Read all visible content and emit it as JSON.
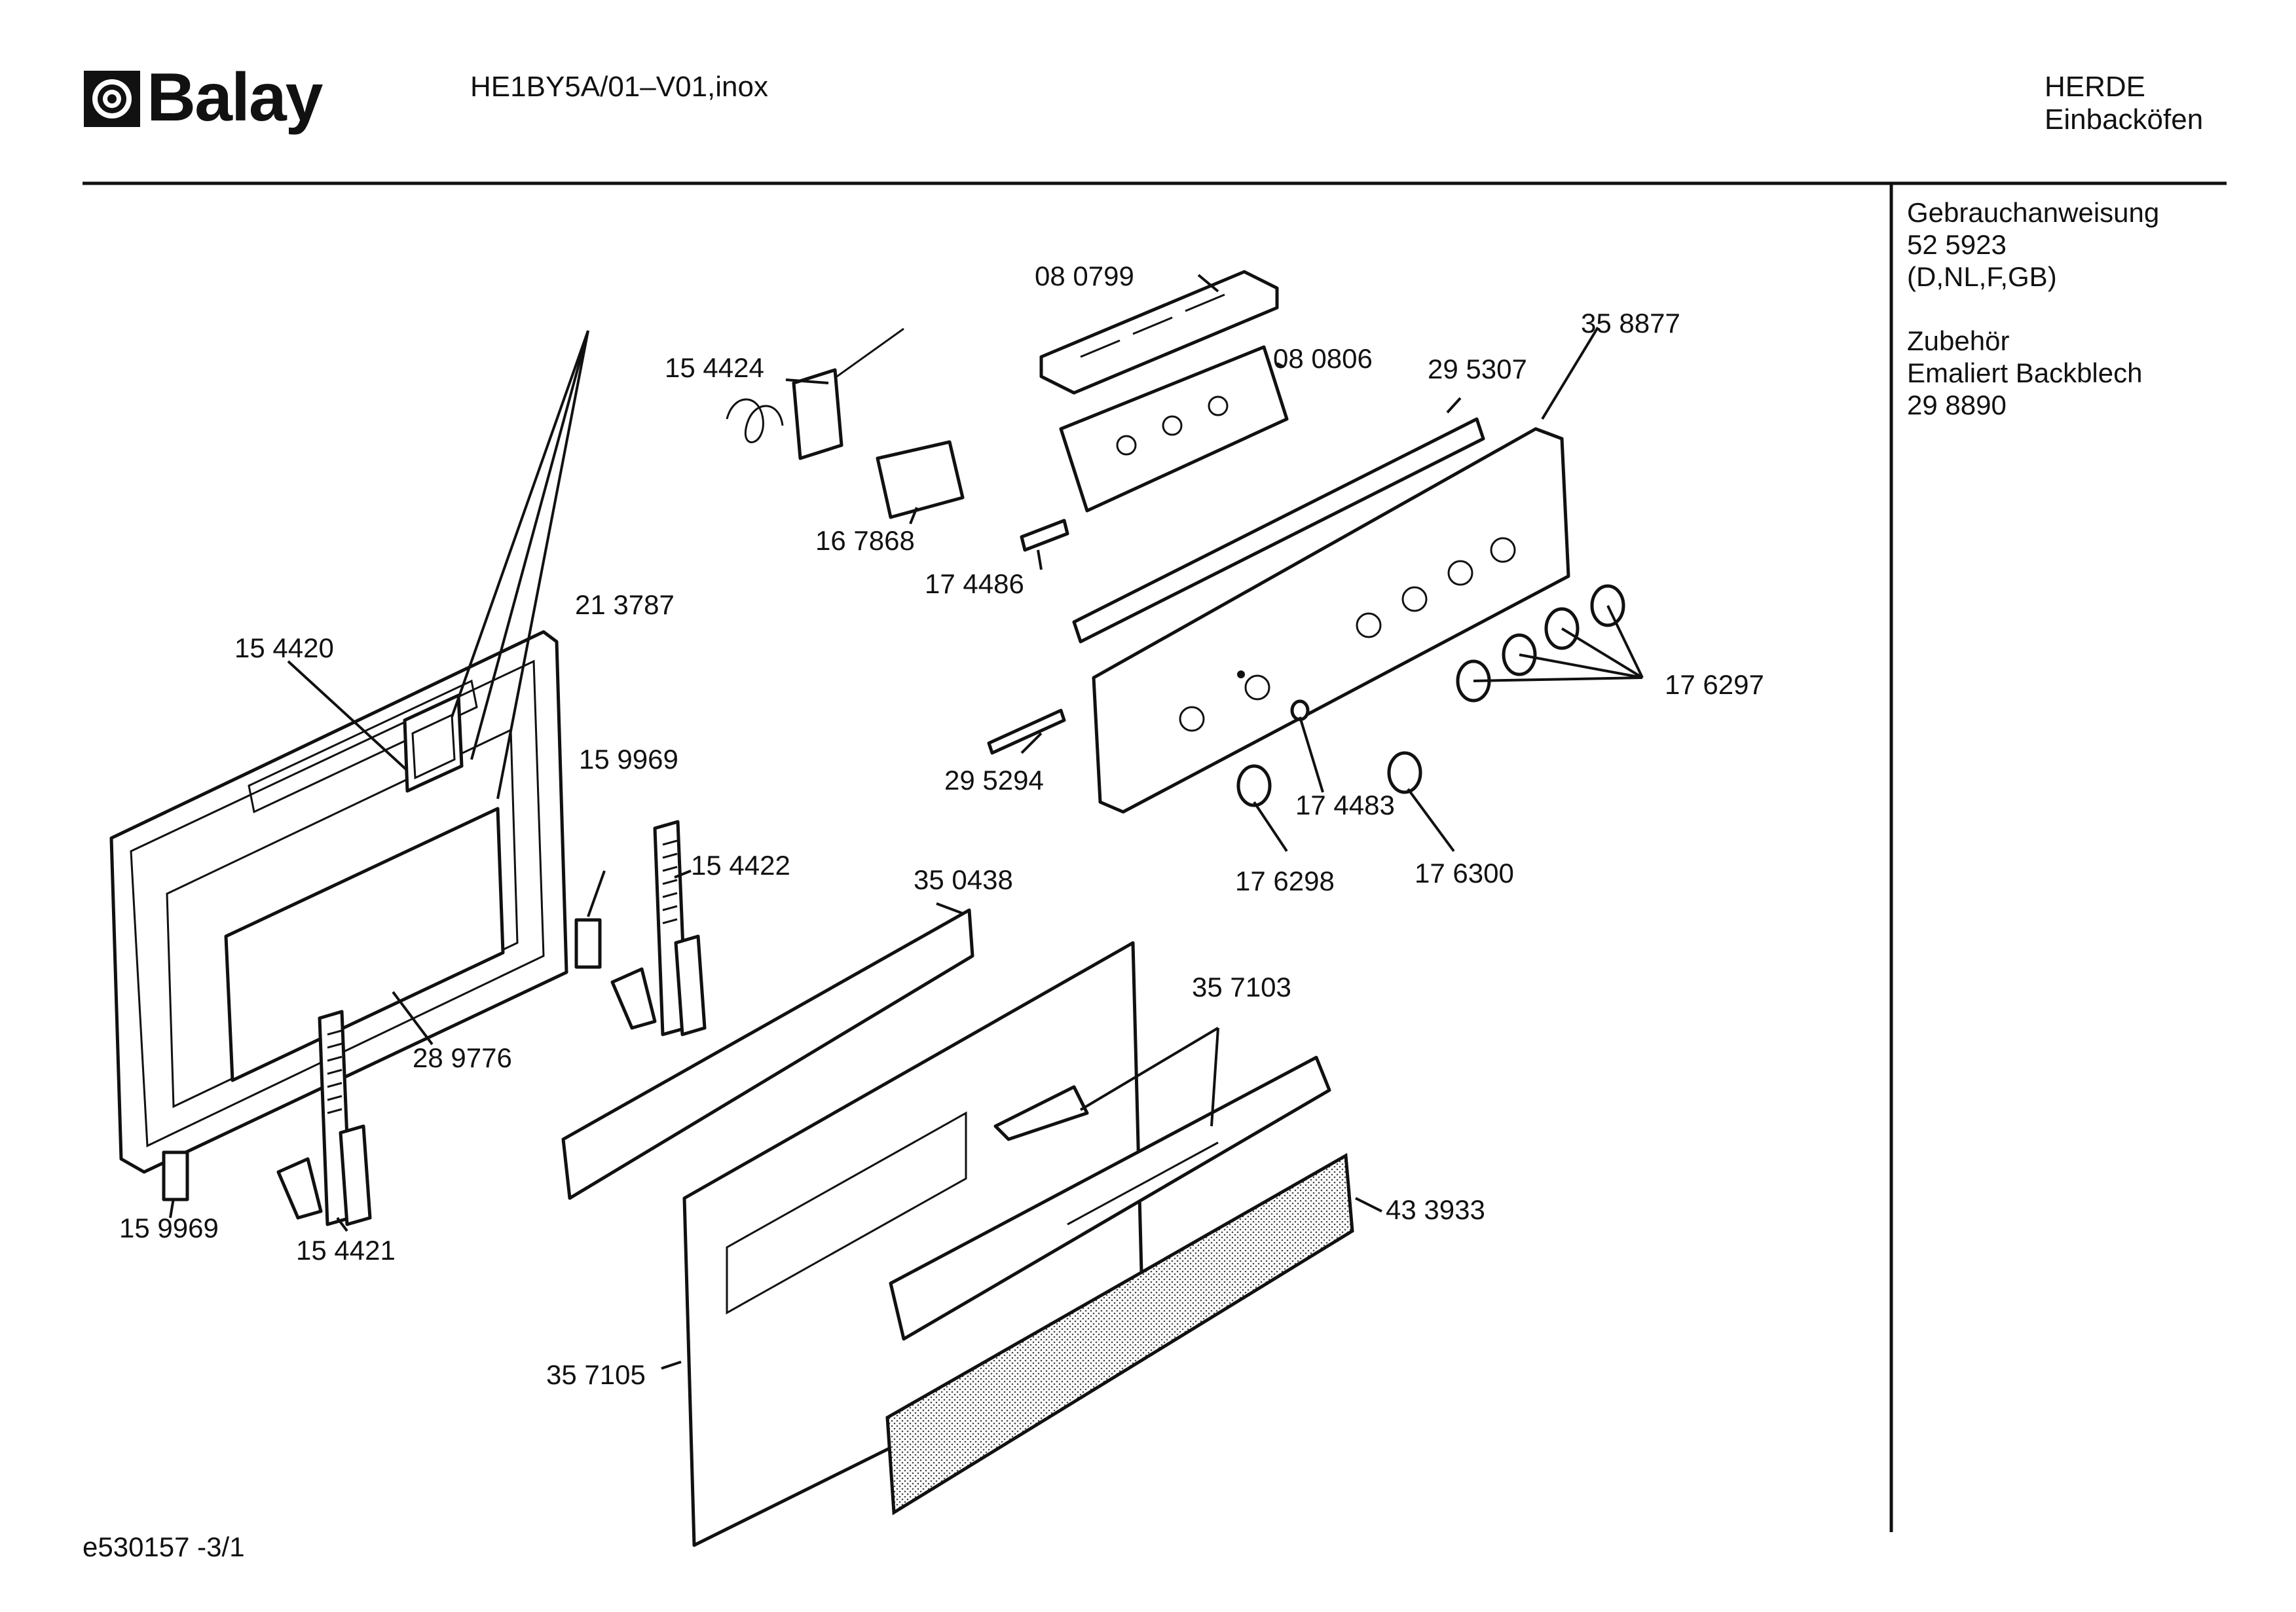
{
  "brand": {
    "name": "Balay"
  },
  "header": {
    "model": "HE1BY5A/01–V01,inox",
    "category_line1": "HERDE",
    "category_line2": "Einbacköfen"
  },
  "sidebar": {
    "block1": [
      "Gebrauchanweisung",
      "52 5923",
      "(D,NL,F,GB)"
    ],
    "block2": [
      "Zubehör",
      "Emaliert Backblech",
      "29 8890"
    ]
  },
  "footer": {
    "code": "e530157  -3/1"
  },
  "callouts": [
    {
      "id": "080799",
      "label": "08 0799"
    },
    {
      "id": "154424",
      "label": "15 4424"
    },
    {
      "id": "080806",
      "label": "08 0806"
    },
    {
      "id": "295307",
      "label": "29 5307"
    },
    {
      "id": "358877",
      "label": "35 8877"
    },
    {
      "id": "167868",
      "label": "16 7868"
    },
    {
      "id": "174486",
      "label": "17 4486"
    },
    {
      "id": "213787",
      "label": "21 3787"
    },
    {
      "id": "154420",
      "label": "15 4420"
    },
    {
      "id": "176297",
      "label": "17 6297"
    },
    {
      "id": "159969a",
      "label": "15 9969"
    },
    {
      "id": "295294",
      "label": "29 5294"
    },
    {
      "id": "174483",
      "label": "17 4483"
    },
    {
      "id": "154422",
      "label": "15 4422"
    },
    {
      "id": "350438",
      "label": "35 0438"
    },
    {
      "id": "176298",
      "label": "17 6298"
    },
    {
      "id": "176300",
      "label": "17 6300"
    },
    {
      "id": "357103",
      "label": "35 7103"
    },
    {
      "id": "289776",
      "label": "28 9776"
    },
    {
      "id": "433933",
      "label": "43 3933"
    },
    {
      "id": "159969b",
      "label": "15 9969"
    },
    {
      "id": "154421",
      "label": "15 4421"
    },
    {
      "id": "357105",
      "label": "35 7105"
    }
  ]
}
